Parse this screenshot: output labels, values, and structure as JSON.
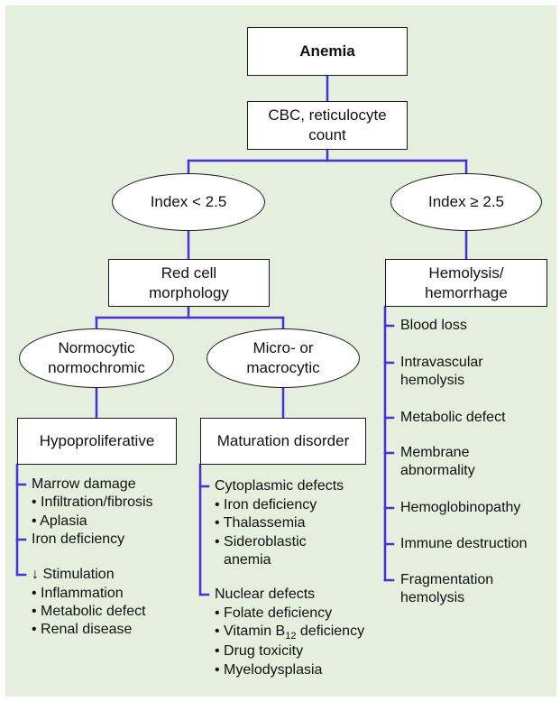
{
  "nodes": {
    "anemia": "Anemia",
    "cbc": "CBC, reticulocyte\ncount",
    "index_low": "Index < 2.5",
    "index_high": "Index ≥ 2.5",
    "red_cell": "Red cell\nmorphology",
    "hemolysis": "Hemolysis/\nhemorrhage",
    "normocytic": "Normocytic\nnormochromic",
    "micro_macro": "Micro- or\nmacrocytic",
    "hypoproliferative": "Hypoproliferative",
    "maturation": "Maturation disorder"
  },
  "hypoproliferative_list": {
    "marrow_damage": "Marrow damage",
    "infiltration": "Infiltration/fibrosis",
    "aplasia": "Aplasia",
    "iron_deficiency": "Iron deficiency",
    "stimulation_arrow": "↓",
    "stimulation": "Stimulation",
    "inflammation": "Inflammation",
    "metabolic_defect": "Metabolic defect",
    "renal_disease": "Renal disease"
  },
  "maturation_list": {
    "cytoplasmic": "Cytoplasmic defects",
    "iron_deficiency": "Iron deficiency",
    "thalassemia": "Thalassemia",
    "sideroblastic": "Sideroblastic\nanemia",
    "nuclear": "Nuclear defects",
    "folate": "Folate deficiency",
    "vitamin_prefix": "Vitamin B",
    "vitamin_sub": "12",
    "vitamin_suffix": " deficiency",
    "drug_toxicity": "Drug toxicity",
    "myelodysplasia": "Myelodysplasia"
  },
  "hemolysis_list": {
    "blood_loss": "Blood loss",
    "intravascular": "Intravascular\nhemolysis",
    "metabolic": "Metabolic defect",
    "membrane": "Membrane\nabnormality",
    "hemoglobinopathy": "Hemoglobinopathy",
    "immune": "Immune destruction",
    "fragmentation": "Fragmentation\nhemolysis"
  },
  "colors": {
    "background": "#e4efdd",
    "connector": "#4b2fd6",
    "box_border": "#1a1a1a"
  }
}
